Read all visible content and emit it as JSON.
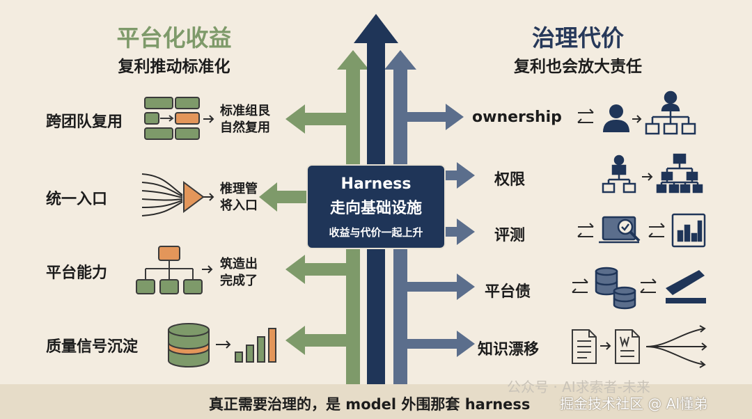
{
  "left": {
    "title": "平台化收益",
    "subtitle": "复利推动标准化",
    "rows": [
      {
        "label": "跨团队复用",
        "outcome_line1": "标准组艮",
        "outcome_line2": "自然复用"
      },
      {
        "label": "统一入口",
        "outcome_line1": "椎理管",
        "outcome_line2": "将入口"
      },
      {
        "label": "平台能力",
        "outcome_line1": "筑造出",
        "outcome_line2": "完成了"
      },
      {
        "label": "质量信号沉淀",
        "outcome_line1": "",
        "outcome_line2": ""
      }
    ]
  },
  "right": {
    "title": "治理代价",
    "subtitle": "复利也会放大责任",
    "rows": [
      {
        "label": "ownership"
      },
      {
        "label": "权限"
      },
      {
        "label": "评测"
      },
      {
        "label": "平台债"
      },
      {
        "label": "知识漂移"
      }
    ]
  },
  "center": {
    "line1": "Harness",
    "line2": "走向基础设施",
    "line3": "收益与代价一起上升"
  },
  "footer": {
    "text": "真正需要治理的，是 model 外围那套 harness"
  },
  "watermark": {
    "line1": "公众号 · AI求索者-未来",
    "line2": "掘金技术社区 @ AI懂弟"
  },
  "colors": {
    "green": "#7e9a6a",
    "navy": "#1f3558",
    "slate": "#5b6e8c",
    "orange": "#e3965a",
    "background": "#f3ece0"
  }
}
